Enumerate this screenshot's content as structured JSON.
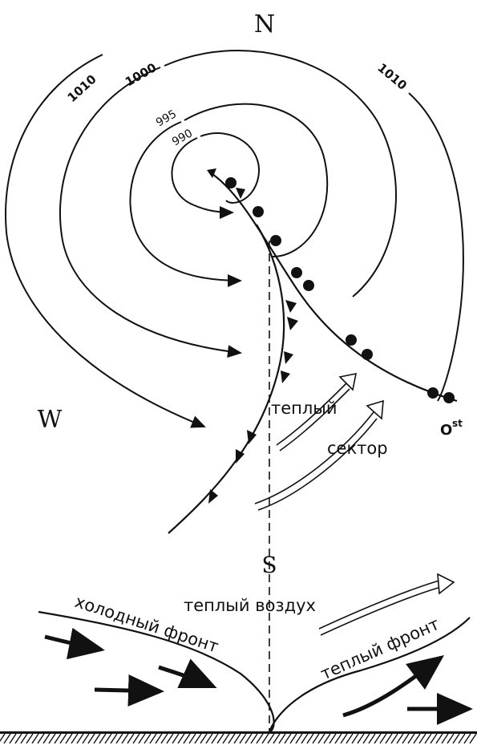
{
  "compass": {
    "north": "N",
    "south": "S",
    "west": "W",
    "east": "O",
    "east_sup": "st"
  },
  "isobars": {
    "p1010_left": "1010",
    "p1000": "1000",
    "p995": "995",
    "p990": "990",
    "p1010_right": "1010"
  },
  "map_labels": {
    "warm_sector_line1": "теплый",
    "warm_sector_line2": "сектор"
  },
  "cross_section": {
    "warm_air": "теплый воздух",
    "cold_front": "холодный фронт",
    "warm_front": "теплый фронт"
  }
}
